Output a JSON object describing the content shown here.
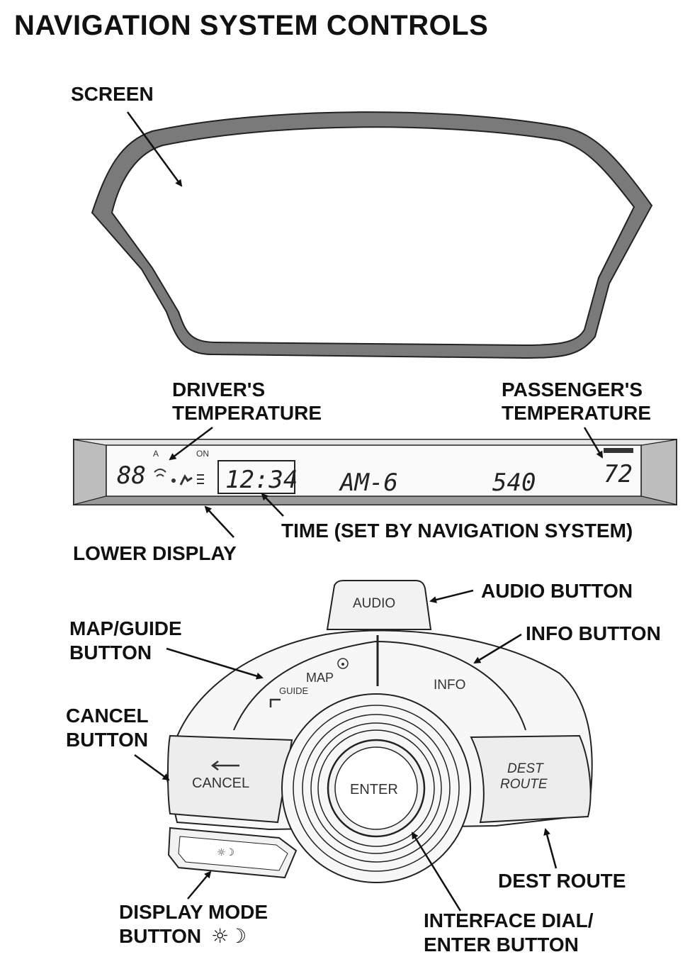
{
  "title": "NAVIGATION SYSTEM CONTROLS",
  "callouts": {
    "screen": "SCREEN",
    "drivers_temp_1": "DRIVER'S",
    "drivers_temp_2": "TEMPERATURE",
    "passengers_temp_1": "PASSENGER'S",
    "passengers_temp_2": "TEMPERATURE",
    "time": "TIME (SET BY NAVIGATION SYSTEM)",
    "lower_display": "LOWER DISPLAY",
    "audio_button": "AUDIO BUTTON",
    "map_guide_1": "MAP/GUIDE",
    "map_guide_2": "BUTTON",
    "info_button": "INFO BUTTON",
    "cancel_1": "CANCEL",
    "cancel_2": "BUTTON",
    "dest_route": "DEST ROUTE",
    "display_mode_1": "DISPLAY MODE",
    "display_mode_2": "BUTTON",
    "interface_1": "INTERFACE DIAL/",
    "interface_2": "ENTER BUTTON"
  },
  "lower_display": {
    "driver_temp": "88",
    "time": "12:34",
    "radio_band": "AM-6",
    "frequency": "540",
    "passenger_temp": "72",
    "indicator_on": "ON",
    "indicator_a": "A"
  },
  "buttons": {
    "audio": "AUDIO",
    "map": "MAP",
    "guide": "GUIDE",
    "info": "INFO",
    "cancel": "CANCEL",
    "enter": "ENTER",
    "dest_1": "DEST",
    "dest_2": "ROUTE"
  },
  "icons": {
    "display_mode": "sun-moon-icon",
    "cancel": "back-arrow-icon",
    "guide": "turn-arrow-icon"
  }
}
